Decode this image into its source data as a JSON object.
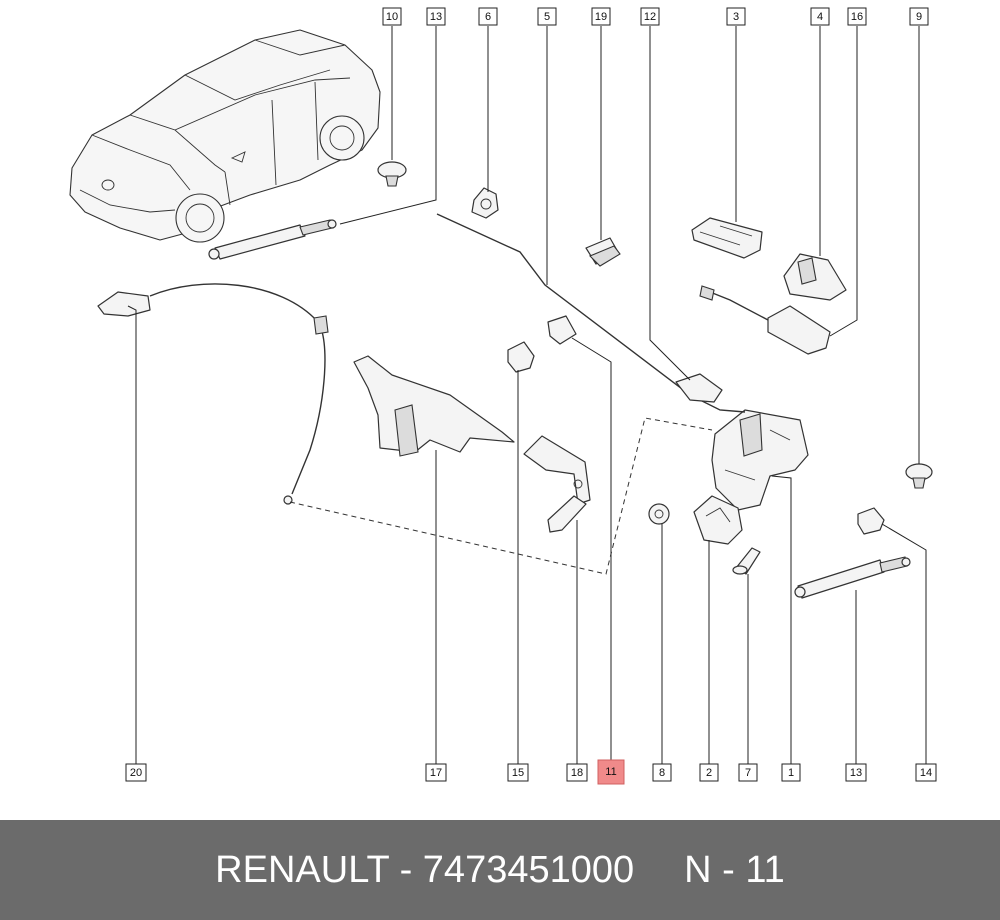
{
  "callouts": [
    {
      "id": "c10",
      "label": "10",
      "highlight": false
    },
    {
      "id": "c13t",
      "label": "13",
      "highlight": false
    },
    {
      "id": "c6",
      "label": "6",
      "highlight": false
    },
    {
      "id": "c5",
      "label": "5",
      "highlight": false
    },
    {
      "id": "c19",
      "label": "19",
      "highlight": false
    },
    {
      "id": "c12",
      "label": "12",
      "highlight": false
    },
    {
      "id": "c3",
      "label": "3",
      "highlight": false
    },
    {
      "id": "c4",
      "label": "4",
      "highlight": false
    },
    {
      "id": "c16",
      "label": "16",
      "highlight": false
    },
    {
      "id": "c9",
      "label": "9",
      "highlight": false
    },
    {
      "id": "c20",
      "label": "20",
      "highlight": false
    },
    {
      "id": "c17",
      "label": "17",
      "highlight": false
    },
    {
      "id": "c15",
      "label": "15",
      "highlight": false
    },
    {
      "id": "c18",
      "label": "18",
      "highlight": false
    },
    {
      "id": "c11",
      "label": "11",
      "highlight": true
    },
    {
      "id": "c8",
      "label": "8",
      "highlight": false
    },
    {
      "id": "c2",
      "label": "2",
      "highlight": false
    },
    {
      "id": "c7",
      "label": "7",
      "highlight": false
    },
    {
      "id": "c1",
      "label": "1",
      "highlight": false
    },
    {
      "id": "c13b",
      "label": "13",
      "highlight": false
    },
    {
      "id": "c14",
      "label": "14",
      "highlight": false
    }
  ],
  "footer": {
    "part_text": "RENAULT - 7473451000",
    "ref_text": "N - 11"
  },
  "colors": {
    "highlight": "#f08a8a",
    "footer_bg": "#6b6b6b",
    "footer_text": "#ffffff"
  }
}
